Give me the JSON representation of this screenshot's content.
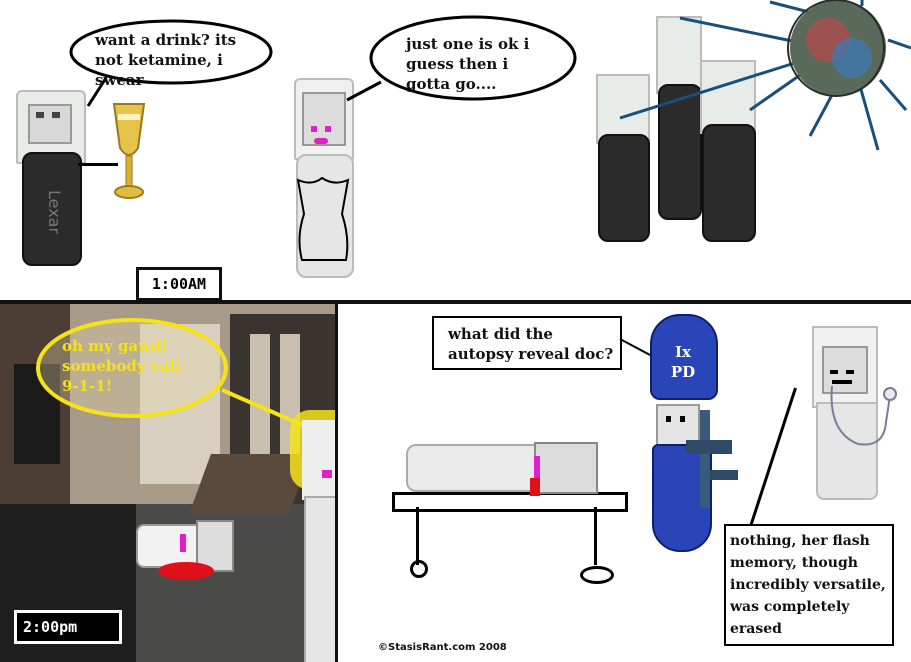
{
  "panel1": {
    "speech_1": "want a drink? its not ketamine, i swear",
    "speech_2": "just one is ok i guess then i gotta go...."
  },
  "time_1": "1:00AM",
  "panel2": {
    "shout": "oh my gawd! somebody call 9-1-1!",
    "time": "2:00pm"
  },
  "panel3": {
    "question": "what did the autopsy reveal doc?",
    "pill_label": "Ix PD",
    "answer": "nothing, her flash memory, though incredibly versatile, was completely erased",
    "credit": "©StasisRant.com 2008"
  },
  "icons": {
    "drive_brand": "Lexar"
  },
  "colors": {
    "yellow_bubble": "#f5e31a",
    "pill_blue": "#2a45b8",
    "blood_red": "#e0101a",
    "face_pink": "#e020c8"
  }
}
